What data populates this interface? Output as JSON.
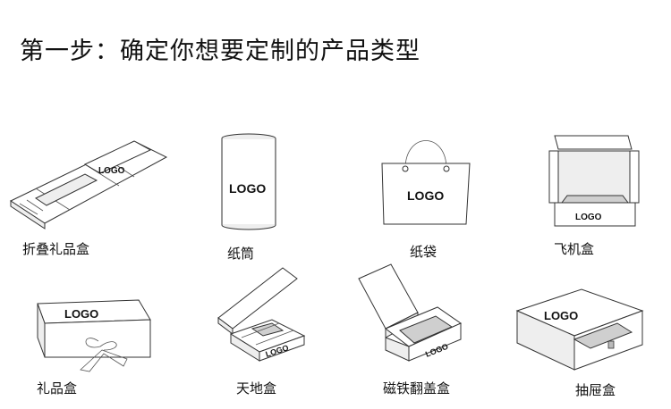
{
  "heading": "第一步：确定你想要定制的产品类型",
  "logo_text": "LOGO",
  "products": [
    {
      "label": "折叠礼品盒",
      "icon": "folding-box-icon"
    },
    {
      "label": "纸筒",
      "icon": "paper-tube-icon"
    },
    {
      "label": "纸袋",
      "icon": "paper-bag-icon"
    },
    {
      "label": "飞机盒",
      "icon": "mailer-box-icon"
    },
    {
      "label": "礼品盒",
      "icon": "ribbon-gift-box-icon"
    },
    {
      "label": "天地盒",
      "icon": "lid-and-base-box-icon"
    },
    {
      "label": "磁铁翻盖盒",
      "icon": "magnetic-flip-box-icon"
    },
    {
      "label": "抽屉盒",
      "icon": "drawer-box-icon"
    }
  ]
}
